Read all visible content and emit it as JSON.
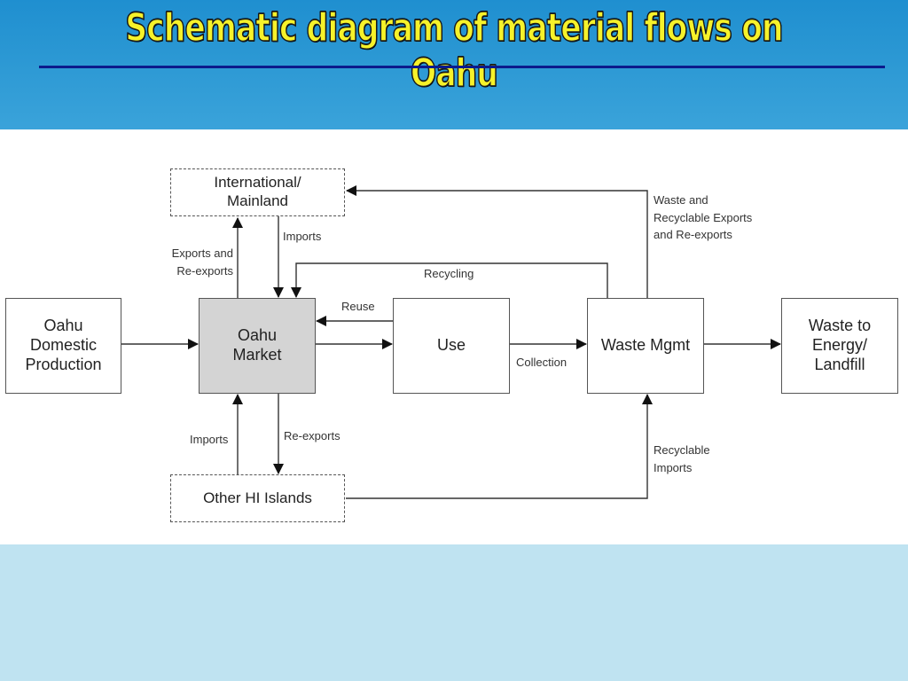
{
  "title": "Schematic diagram of material flows on Oahu",
  "nodes": {
    "international": "International/\nMainland",
    "domestic": "Oahu\nDomestic\nProduction",
    "market": "Oahu\nMarket",
    "use": "Use",
    "waste_mgmt": "Waste Mgmt",
    "waste_energy": "Waste to\nEnergy/\nLandfill",
    "other_islands": "Other HI Islands"
  },
  "flows": {
    "exports_reexports": "Exports and\nRe-exports",
    "imports_intl": "Imports",
    "recycling": "Recycling",
    "reuse": "Reuse",
    "collection": "Collection",
    "waste_recyclable_exports": "Waste and\nRecyclable Exports\nand Re-exports",
    "imports_islands": "Imports",
    "reexports_islands": "Re-exports",
    "recyclable_imports": "Recyclable\nImports"
  }
}
